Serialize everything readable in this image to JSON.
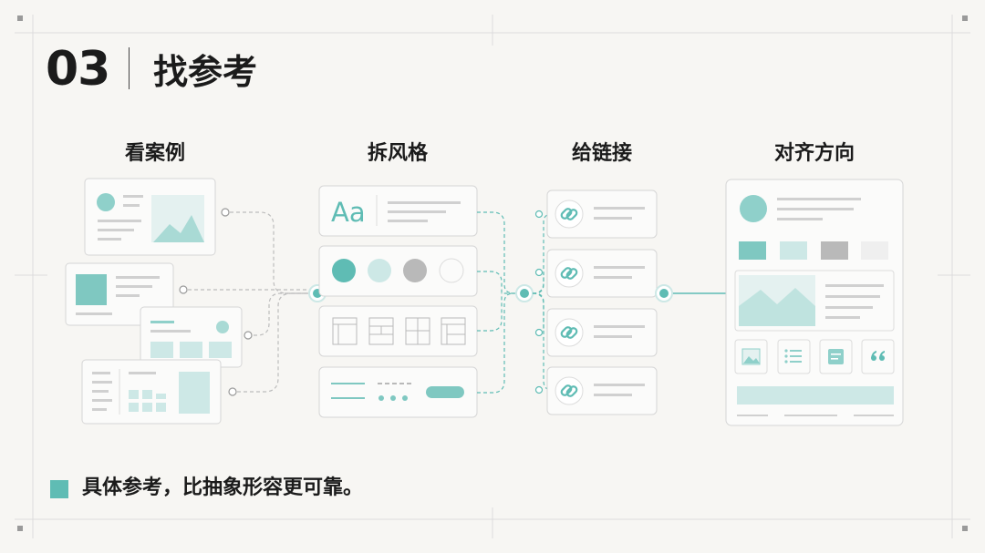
{
  "header": {
    "number": "03",
    "title": "找参考"
  },
  "columns": [
    {
      "label": "看案例"
    },
    {
      "label": "拆风格"
    },
    {
      "label": "给链接"
    },
    {
      "label": "对齐方向"
    }
  ],
  "style_card": {
    "font_sample": "Aa"
  },
  "colors": {
    "accent": "#5fbcb4",
    "accent_light": "#cde8e6",
    "gray": "#b9b9b9",
    "light_gray": "#efefef"
  },
  "footer": {
    "text": "具体参考，比抽象形容更可靠。"
  }
}
